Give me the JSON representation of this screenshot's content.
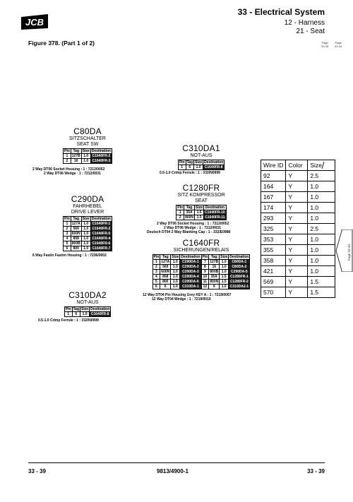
{
  "header": {
    "brand": "JCB",
    "title": "33 - Electrical System",
    "subtitle1": "12 - Harness",
    "subtitle2": "21 - Seat",
    "page_refs": [
      {
        "label": "Page",
        "num": "33-39"
      },
      {
        "label": "Page",
        "num": "33-44"
      }
    ]
  },
  "figure_title": "Figure 378. (Part 1 of 2)",
  "side_tab": "Page 33-40",
  "connectors": {
    "c80da": {
      "id": "C80DA",
      "names": [
        "SITZSCHALTER",
        "SEAT SW"
      ],
      "headers": [
        "Pin",
        "Tag",
        "Size",
        "Destination"
      ],
      "rows": [
        [
          "1",
          "127B",
          "1.0",
          "C1640FR-2"
        ],
        [
          "2",
          "16",
          "1.0",
          "C1640FR-3"
        ]
      ],
      "notes": [
        "2 Way DT06 Socket Housing : 1 : 7212/0052",
        "2 Way DT06 Wedge : 1 : 7212/0031"
      ]
    },
    "c290da": {
      "id": "C290DA",
      "names": [
        "FAHRHEBEL",
        "DRIVE LEVER"
      ],
      "headers": [
        "Pin",
        "Tag",
        "Size",
        "Destination"
      ],
      "rows": [
        [
          "1",
          "127A",
          "1.0",
          "C1640FR-1"
        ],
        [
          "2",
          "569",
          "1.0",
          "C1640FR-2"
        ],
        [
          "3",
          "600N",
          "1.0",
          "C1640FR-5"
        ],
        [
          "4",
          "858",
          "1.0",
          "C1640FR-4"
        ],
        [
          "5",
          "800B",
          "1.0",
          "C1640FR-6"
        ],
        [
          "6",
          "800",
          "1.0",
          "C1640FR-7"
        ]
      ],
      "notes": [
        "6 Way Fastin Faston Housing : 1 : 7236/0002"
      ]
    },
    "c310da2": {
      "id": "C310DA2",
      "names": [
        "NOT-AUS"
      ],
      "headers": [
        "Pin",
        "Tag",
        "Size",
        "Destination"
      ],
      "rows": [
        [
          "1",
          "6",
          "1.0",
          "C1640FR-8"
        ]
      ],
      "notes": [
        "0.5-1.0 Crimp Ferrule : 1 : 332/N0999"
      ]
    },
    "c310da1": {
      "id": "C310DA1",
      "names": [
        "NOT-AUS"
      ],
      "headers": [
        "Pin",
        "Tag",
        "Size",
        "Destination"
      ],
      "rows": [
        [
          "1",
          "6",
          "1.0",
          "C1640FR-8"
        ]
      ],
      "notes": [
        "0.5-1.0 Crimp Ferrule : 1 : 332/N0999"
      ]
    },
    "c1280fr": {
      "id": "C1280FR",
      "names": [
        "SITZ KOMPRESSOR",
        "SEAT"
      ],
      "headers": [
        "Pin",
        "Tag",
        "Size",
        "Destination"
      ],
      "rows": [
        [
          "1",
          "35A",
          "1.5",
          "C1640FR-10"
        ],
        [
          "2",
          "800N",
          "1.5",
          "C1640FR-11"
        ]
      ],
      "notes": [
        "2 Way DT06 Socket Housing : 1 : 7212/0052",
        "2 Way DT06 Wedge : 1 : 7212/0031",
        "Deutsch DT04 2 Way Blanking Cap : 1 : 332/E0988"
      ]
    },
    "c1640fr": {
      "id": "C1640FR",
      "names": [
        "SICHERUNGEN/RELAIS"
      ],
      "headers": [
        "Pin",
        "Tag",
        "Size",
        "Destination",
        "Pin",
        "Tag",
        "Size",
        "Destination"
      ],
      "rows": [
        [
          "1",
          "127A",
          "1.0",
          "C290DA-1",
          "7",
          "127B",
          "1.0",
          "C80DA-1"
        ],
        [
          "2",
          "569",
          "1.0",
          "C290DA-2",
          "8",
          "16",
          "1.0",
          "C80DA-2"
        ],
        [
          "3",
          "600N",
          "1.0",
          "C290DA-3",
          "9",
          "800B",
          "1.0",
          "C290DA-5"
        ],
        [
          "4",
          "858",
          "1.0",
          "C290DA-4",
          "10",
          "35A",
          "1.5",
          "C1280FR-1"
        ],
        [
          "5",
          "800",
          "1.0",
          "C290DA-6",
          "11",
          "800N",
          "1.5",
          "C1280FR-2"
        ],
        [
          "6",
          "6",
          "1.0",
          "C310DA-1",
          "12",
          "6",
          "1.0",
          "C310DA2-1"
        ]
      ],
      "notes": [
        "12 Way DT04 Pin Housing Grey KEY A : 1 : 7219/0067",
        "12 Way DT04 Wedge : 1 : 7219/0010"
      ]
    }
  },
  "wire_table": {
    "headers": [
      "Wire ID",
      "Color",
      "Size"
    ],
    "rows": [
      [
        "92",
        "Y",
        "2.5"
      ],
      [
        "164",
        "Y",
        "1.0"
      ],
      [
        "167",
        "Y",
        "1.0"
      ],
      [
        "174",
        "Y",
        "1.0"
      ],
      [
        "293",
        "Y",
        "1.0"
      ],
      [
        "325",
        "Y",
        "2.5"
      ],
      [
        "353",
        "Y",
        "1.0"
      ],
      [
        "355",
        "Y",
        "1.0"
      ],
      [
        "358",
        "Y",
        "1.0"
      ],
      [
        "421",
        "Y",
        "1.0"
      ],
      [
        "569",
        "Y",
        "1.5"
      ],
      [
        "570",
        "Y",
        "1.5"
      ]
    ]
  },
  "footer": {
    "left": "33 - 39",
    "center": "9813/4900-1",
    "right": "33 - 39"
  }
}
